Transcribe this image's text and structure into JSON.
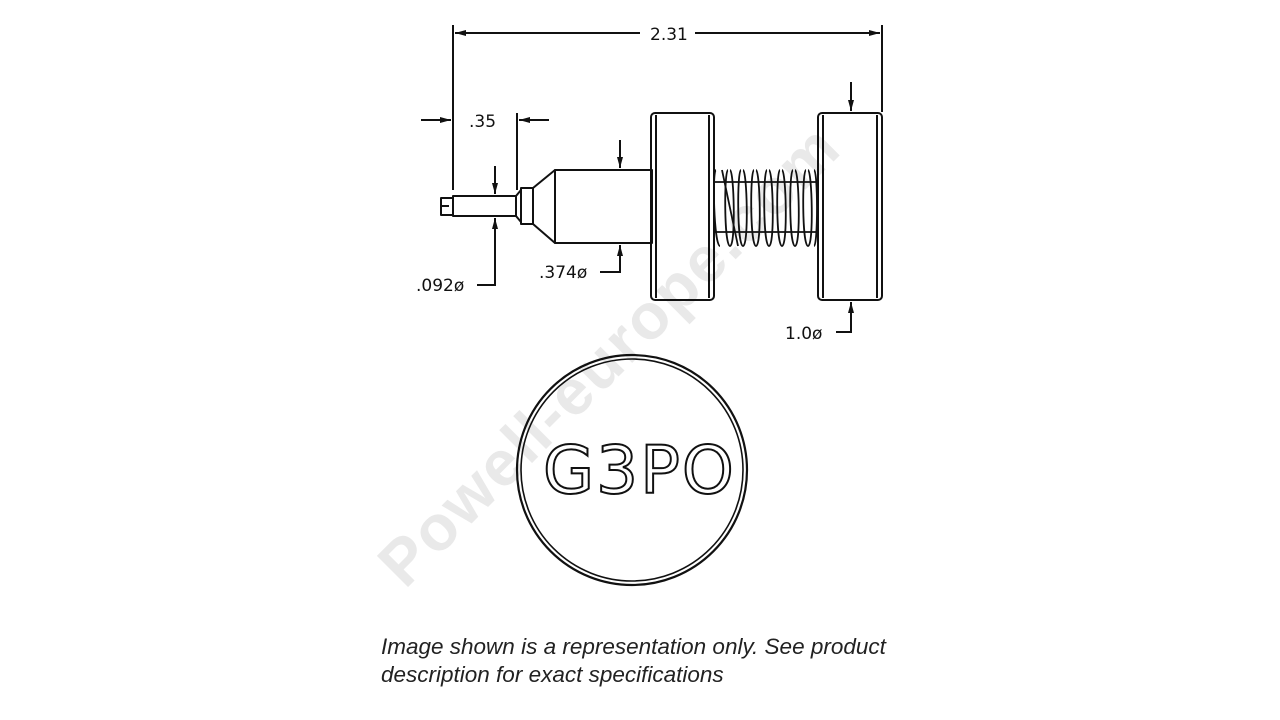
{
  "drawing": {
    "watermark": "Powell-europe.com",
    "dimensions": {
      "overall_length": "2.31",
      "tip_length": ".35",
      "pin_diameter": ".092ø",
      "body_diameter": ".374ø",
      "disc_diameter": "1.0ø"
    },
    "end_view_marking": "G3PO",
    "line_color": "#111111",
    "watermark_color": "#e9e9e9"
  },
  "caption": {
    "line1": "Image shown is a representation only. See product",
    "line2": "description for exact specifications"
  }
}
